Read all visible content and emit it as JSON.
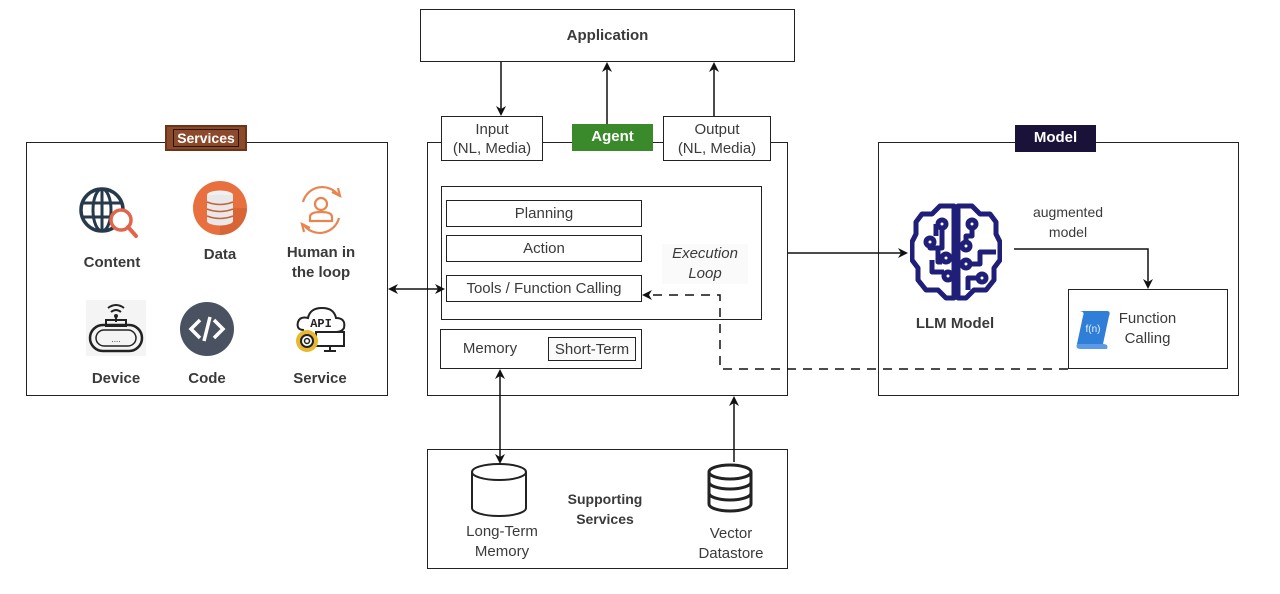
{
  "application": {
    "label": "Application"
  },
  "agent": {
    "tag": "Agent",
    "tag_color": "#3a8a2c",
    "input_label_1": "Input",
    "input_label_2": "(NL, Media)",
    "output_label_1": "Output",
    "output_label_2": "(NL, Media)",
    "loop": {
      "steps": [
        "Planning",
        "Action",
        "Tools / Function Calling"
      ],
      "label_1": "Execution",
      "label_2": "Loop"
    },
    "memory": {
      "label": "Memory",
      "short_term": "Short-Term"
    }
  },
  "services": {
    "tag": "Services",
    "tag_color": "#8b4a2b",
    "items": [
      {
        "label": "Content",
        "icon": "globe-search-icon"
      },
      {
        "label": "Data",
        "icon": "database-icon"
      },
      {
        "label_1": "Human in",
        "label_2": "the loop",
        "icon": "human-loop-icon"
      },
      {
        "label": "Device",
        "icon": "router-device-icon"
      },
      {
        "label": "Code",
        "icon": "code-icon"
      },
      {
        "label": "Service",
        "icon": "api-service-icon"
      }
    ]
  },
  "model": {
    "tag": "Model",
    "tag_color": "#1a1238",
    "llm_label": "LLM Model",
    "augmented_1": "augmented",
    "augmented_2": "model",
    "function_calling_1": "Function",
    "function_calling_2": "Calling",
    "fn_glyph": "f(n)"
  },
  "supporting": {
    "title_1": "Supporting",
    "title_2": "Services",
    "long_term_1": "Long-Term",
    "long_term_2": "Memory",
    "vector_1": "Vector",
    "vector_2": "Datastore"
  }
}
